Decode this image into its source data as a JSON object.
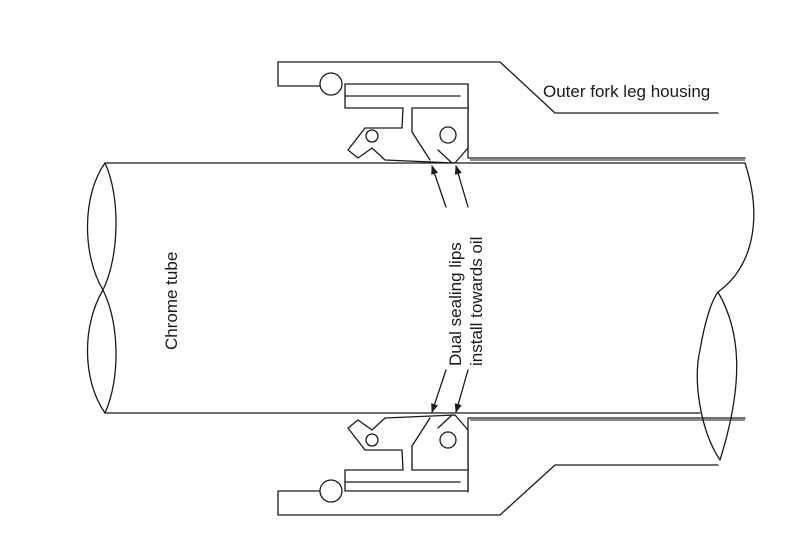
{
  "labels": {
    "housing": "Outer fork leg housing",
    "tube": "Chrome tube",
    "lips_line1": "Dual sealing lips",
    "lips_line2": "install towards oil"
  }
}
